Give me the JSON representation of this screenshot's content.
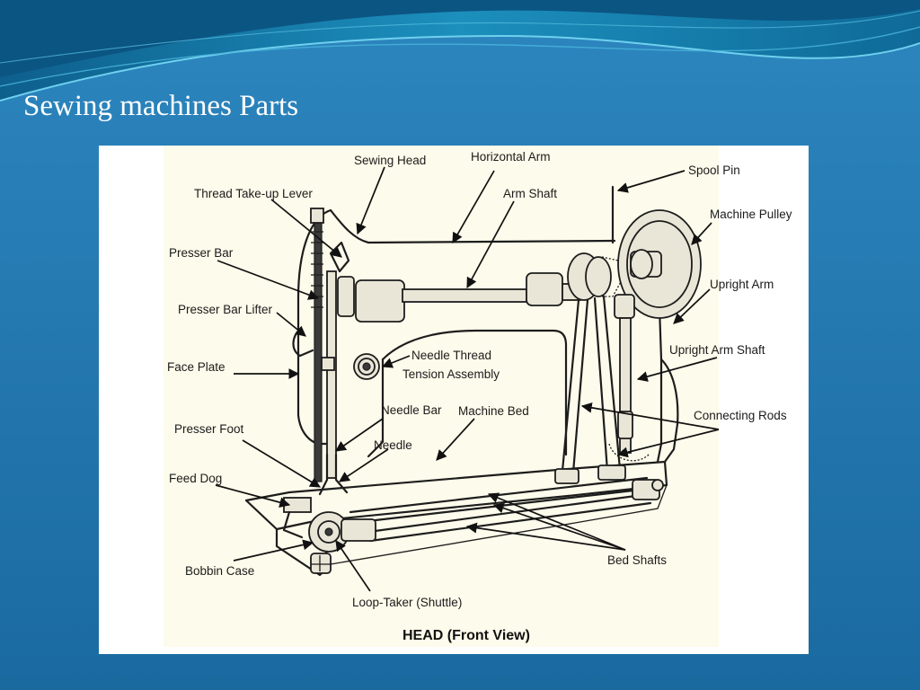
{
  "slide": {
    "title": "Sewing machines Parts"
  },
  "diagram": {
    "caption": "HEAD (Front View)",
    "labels": {
      "sewing_head": "Sewing Head",
      "horizontal_arm": "Horizontal Arm",
      "spool_pin": "Spool Pin",
      "thread_take_up_lever": "Thread Take-up Lever",
      "arm_shaft": "Arm Shaft",
      "machine_pulley": "Machine Pulley",
      "presser_bar": "Presser Bar",
      "upright_arm": "Upright Arm",
      "presser_bar_lifter": "Presser Bar Lifter",
      "needle_thread_tension_1": "Needle Thread",
      "needle_thread_tension_2": "Tension Assembly",
      "upright_arm_shaft": "Upright Arm Shaft",
      "face_plate": "Face Plate",
      "needle_bar": "Needle Bar",
      "machine_bed": "Machine Bed",
      "connecting_rods": "Connecting Rods",
      "presser_foot": "Presser Foot",
      "needle": "Needle",
      "feed_dog": "Feed Dog",
      "bed_shafts": "Bed Shafts",
      "bobbin_case": "Bobbin Case",
      "loop_taker": "Loop-Taker (Shuttle)"
    }
  },
  "colors": {
    "background": "#1f73a8",
    "wave_light": "#5ec3e3",
    "panel": "#ffffff",
    "paper": "#fdfbeb"
  }
}
